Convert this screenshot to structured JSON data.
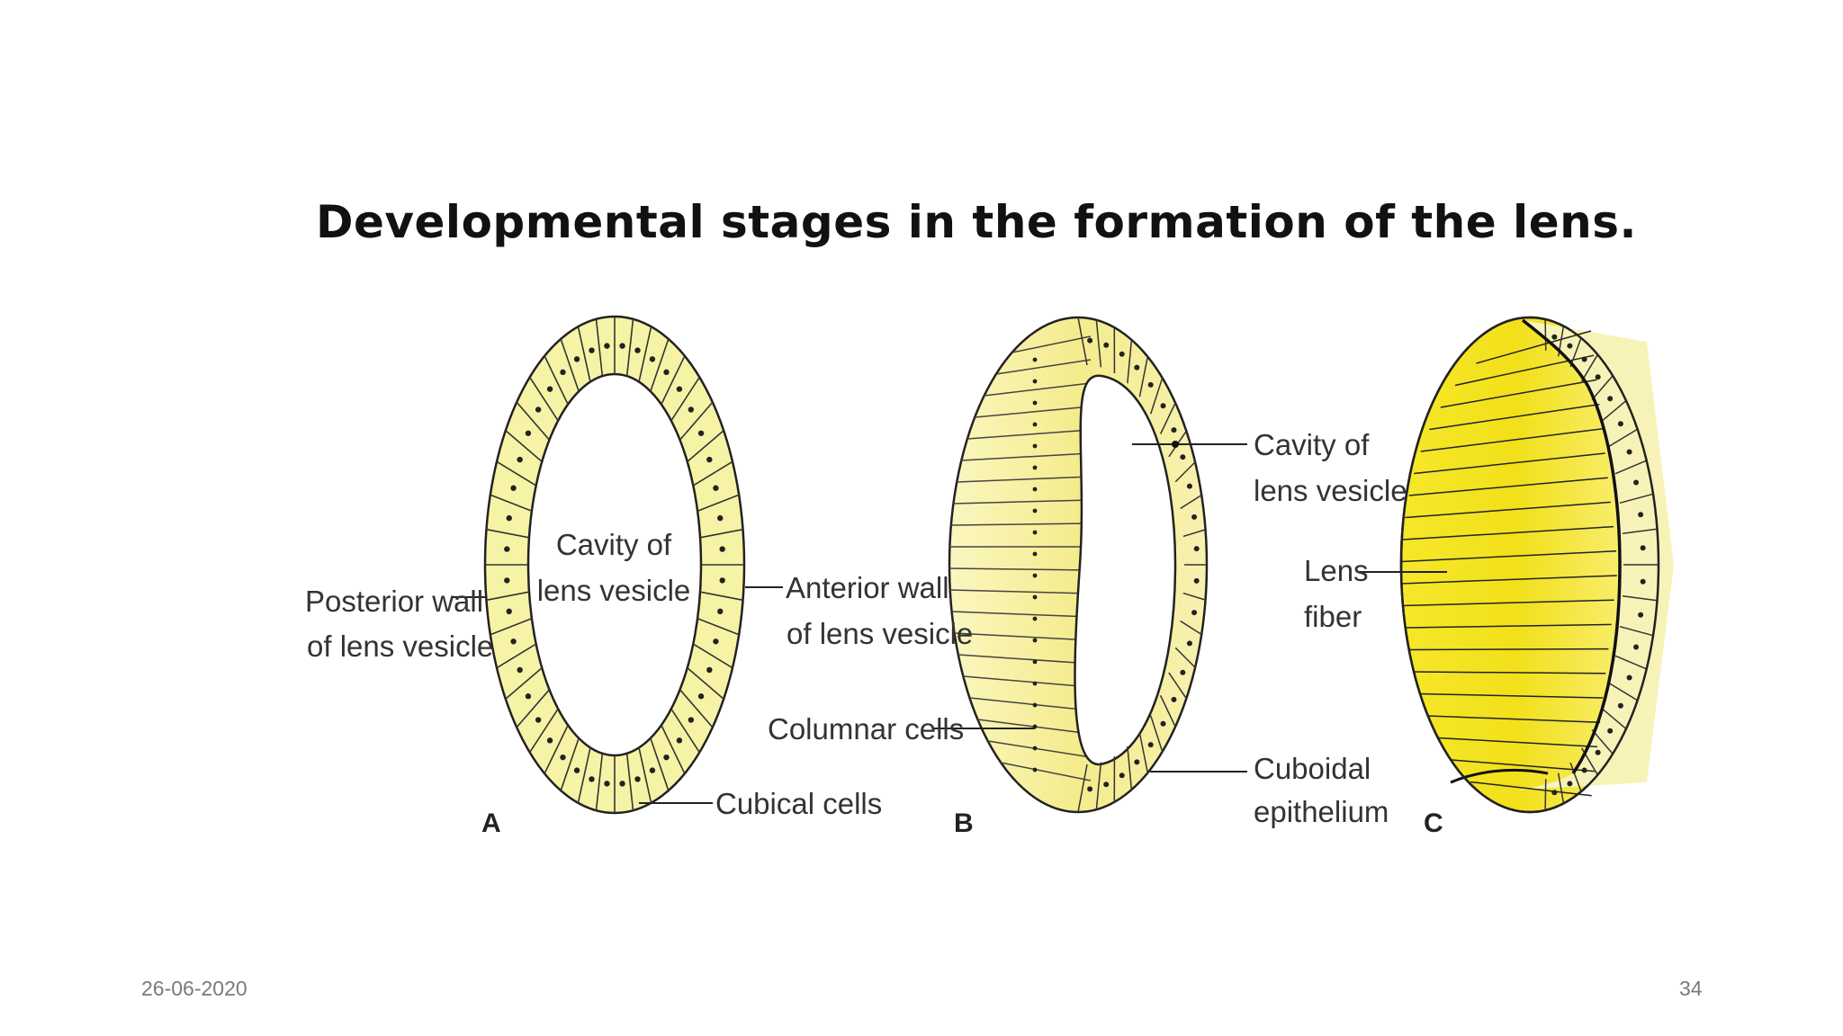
{
  "title": "Developmental stages in the formation of the lens.",
  "footer": {
    "date": "26-06-2020",
    "page": "34"
  },
  "diagram": {
    "stages": [
      "A",
      "B",
      "C"
    ],
    "labels": {
      "a_cavity_1": "Cavity of",
      "a_cavity_2": "lens vesicle",
      "a_posterior_1": "Posterior wall",
      "a_posterior_2": "of lens vesicle",
      "a_anterior_1": "Anterior wall",
      "a_anterior_2": "of lens vesicle",
      "a_cubical": "Cubical cells",
      "b_columnar": "Columnar cells",
      "b_cavity_1": "Cavity of",
      "b_cavity_2": "lens vesicle",
      "b_cuboidal_1": "Cuboidal",
      "b_cuboidal_2": "epithelium",
      "c_lens_1": "Lens",
      "c_lens_2": "fiber"
    },
    "colors": {
      "cell_fill": "#f7f3a6",
      "fiber_yellow": "#f2e21a",
      "outline": "#222222"
    }
  }
}
